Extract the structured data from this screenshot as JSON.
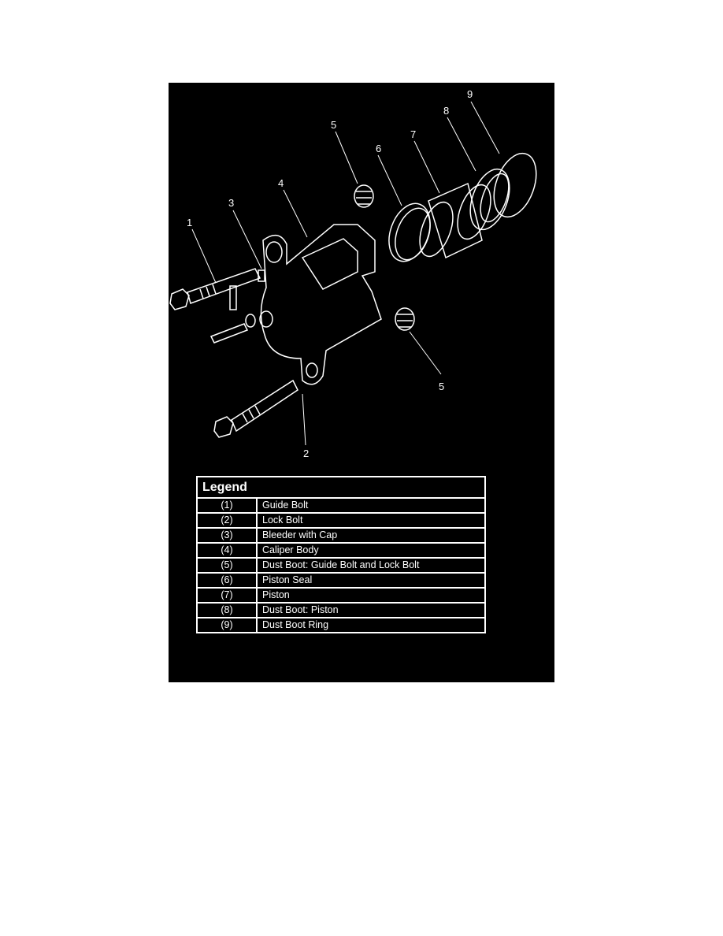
{
  "diagram": {
    "title": "Brake Caliper Exploded View",
    "callouts": [
      "1",
      "2",
      "3",
      "4",
      "5",
      "5",
      "6",
      "7",
      "8",
      "9"
    ]
  },
  "legend": {
    "title": "Legend",
    "items": [
      {
        "num": "(1)",
        "label": "Guide Bolt"
      },
      {
        "num": "(2)",
        "label": "Lock Bolt"
      },
      {
        "num": "(3)",
        "label": "Bleeder with Cap"
      },
      {
        "num": "(4)",
        "label": "Caliper Body"
      },
      {
        "num": "(5)",
        "label": "Dust Boot: Guide Bolt and Lock Bolt"
      },
      {
        "num": "(6)",
        "label": "Piston Seal"
      },
      {
        "num": "(7)",
        "label": "Piston"
      },
      {
        "num": "(8)",
        "label": "Dust Boot: Piston"
      },
      {
        "num": "(9)",
        "label": "Dust Boot Ring"
      }
    ]
  }
}
